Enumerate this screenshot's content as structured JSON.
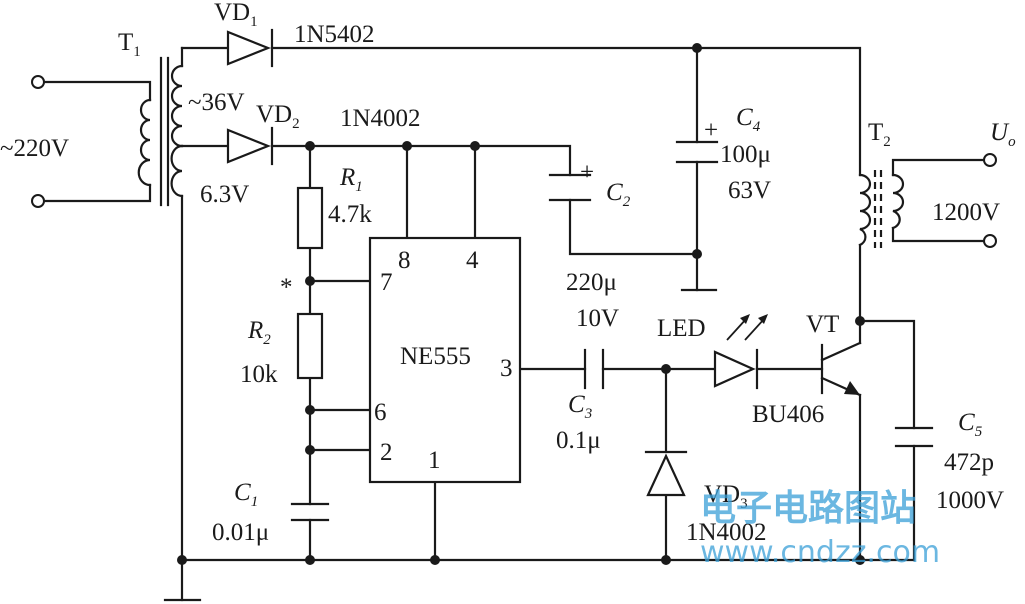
{
  "components": {
    "t1": {
      "letter": "T",
      "sub": "1"
    },
    "vd1": {
      "letter": "VD",
      "sub": "1",
      "part": "1N5402"
    },
    "vd2": {
      "letter": "VD",
      "sub": "2",
      "part": "1N4002"
    },
    "vd3": {
      "letter": "VD",
      "sub": "3",
      "part": "1N4002"
    },
    "input": "~220V",
    "sec36": "~36V",
    "sec63": "6.3V",
    "r1": {
      "letter": "R",
      "sub": "1",
      "value": "4.7k"
    },
    "r2": {
      "letter": "R",
      "sub": "2",
      "value": "10k"
    },
    "c1": {
      "letter": "C",
      "sub": "1",
      "value": "0.01μ"
    },
    "c2": {
      "letter": "C",
      "sub": "2",
      "value": "220μ",
      "voltage": "10V",
      "pol": "+"
    },
    "c3": {
      "letter": "C",
      "sub": "3",
      "value": "0.1μ"
    },
    "c4": {
      "letter": "C",
      "sub": "4",
      "value": "100μ",
      "voltage": "63V",
      "pol": "+"
    },
    "c5": {
      "letter": "C",
      "sub": "5",
      "value": "472p",
      "voltage": "1000V"
    },
    "ic": {
      "name": "NE555",
      "pins": [
        "8",
        "4",
        "7",
        "6",
        "2",
        "1",
        "3"
      ]
    },
    "star": "*",
    "led": "LED",
    "vt": {
      "label": "VT",
      "part": "BU406"
    },
    "t2": {
      "letter": "T",
      "sub": "2"
    },
    "out": {
      "letter": "U",
      "sub": "o",
      "value": "1200V"
    }
  },
  "watermark": {
    "cn": "电子电路图站",
    "url": "www.cndzz.com"
  }
}
